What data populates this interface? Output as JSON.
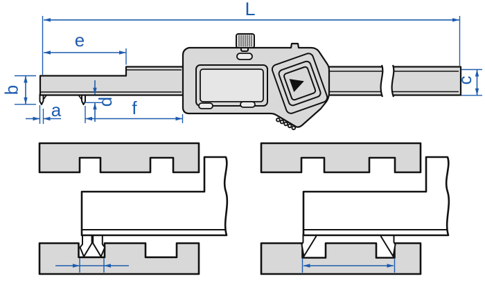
{
  "colors": {
    "dimension_blue": "#1d5cae",
    "part_gray": "#d9d9d9",
    "outline_black": "#111111",
    "background": "#ffffff"
  },
  "dimension_labels": {
    "L": "L",
    "e": "e",
    "b": "b",
    "a": "a",
    "d": "d",
    "f": "f",
    "c": "c"
  }
}
